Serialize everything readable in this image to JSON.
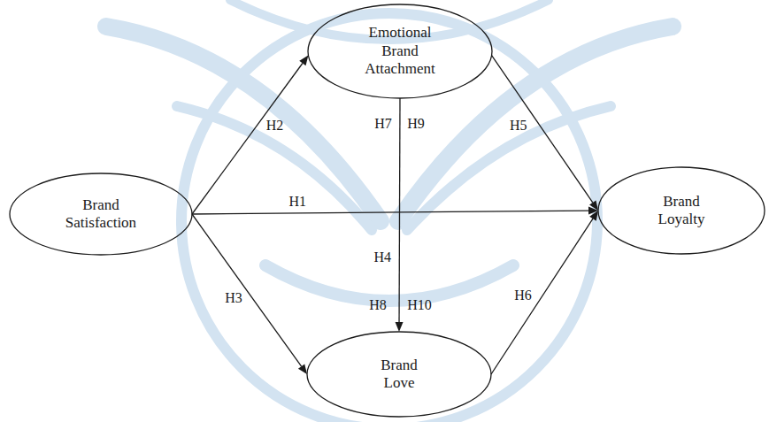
{
  "diagram": {
    "nodes": [
      {
        "text": [
          "Emotional Brand Attachment"
        ]
      },
      {
        "text": [
          "Brand Satisfaction"
        ]
      },
      {
        "text": [
          "Brand Loyalty"
        ]
      },
      {
        "text": [
          "Brand Love"
        ]
      }
    ],
    "edges": [
      {
        "from": 1,
        "to": 2,
        "arrow": "to",
        "label": "H1"
      },
      {
        "from": 1,
        "to": 0,
        "arrow": "to",
        "label": "H2"
      },
      {
        "from": 1,
        "to": 3,
        "arrow": "to",
        "label": "H3"
      },
      {
        "from": 0,
        "to": 3,
        "arrow": "to",
        "label": "H4"
      },
      {
        "from": 0,
        "to": 2,
        "arrow": "to",
        "label": "H5"
      },
      {
        "from": 3,
        "to": 2,
        "arrow": "to",
        "label": "H6"
      }
    ],
    "labels": [
      "H7",
      "H9",
      "H8",
      "H10"
    ]
  }
}
